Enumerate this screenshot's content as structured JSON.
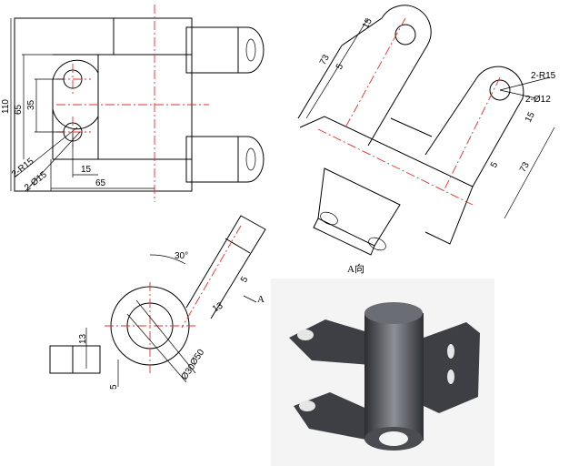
{
  "front_view": {
    "dims": {
      "total_height": "110",
      "height_65": "65",
      "spacing_35": "35",
      "width_65": "65",
      "width_15": "15",
      "radius_note": "2-R15",
      "hole_note": "2-Ø15"
    }
  },
  "iso_view": {
    "dims": {
      "length_73_a": "73",
      "length_73_b": "73",
      "offset_5_a": "5",
      "offset_5_b": "5",
      "offset_15_a": "15",
      "offset_15_b": "15",
      "radius_note": "2-R15",
      "hole_note": "2-Ø12"
    }
  },
  "top_view": {
    "dims": {
      "angle": "30°",
      "offset_5": "5",
      "thickness_13": "13",
      "dia_50": "Ø50",
      "dia_30": "Ø30",
      "height_13": "13",
      "offset_5_b": "5",
      "arrow_label": "A"
    }
  },
  "view_a_label": "A向",
  "colors": {
    "line": "#000000",
    "centerline": "#e23030",
    "render_bg": "#f4f4f4",
    "body": "#3d3f44"
  }
}
